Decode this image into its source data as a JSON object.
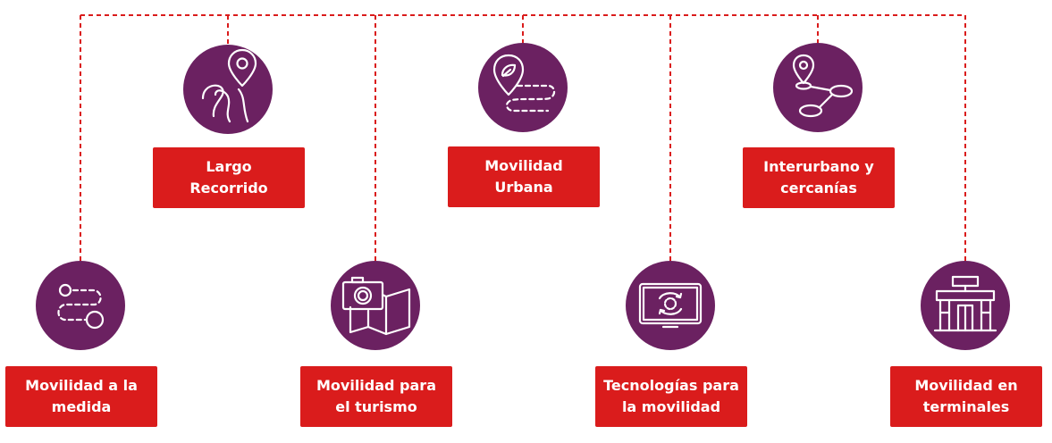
{
  "colors": {
    "circle": "#6b2161",
    "label": "#da1c1c",
    "connector": "#da1c1c",
    "icon": "#ffffff"
  },
  "nodes": [
    {
      "id": "largo",
      "label": "Largo\nRecorrido",
      "icon": "winding-road-pin-icon"
    },
    {
      "id": "urbana",
      "label": "Movilidad\nUrbana",
      "icon": "leaf-pin-route-icon"
    },
    {
      "id": "interurbano",
      "label": "Interurbano y\ncercanías",
      "icon": "pin-connected-nodes-icon"
    },
    {
      "id": "medida",
      "label": "Movilidad a la\nmedida",
      "icon": "route-path-icon"
    },
    {
      "id": "turismo",
      "label": "Movilidad para\nel turismo",
      "icon": "camera-map-icon"
    },
    {
      "id": "tecnologias",
      "label": "Tecnologías para\nla movilidad",
      "icon": "monitor-sync-icon"
    },
    {
      "id": "terminales",
      "label": "Movilidad en\nterminales",
      "icon": "terminal-building-icon"
    }
  ]
}
